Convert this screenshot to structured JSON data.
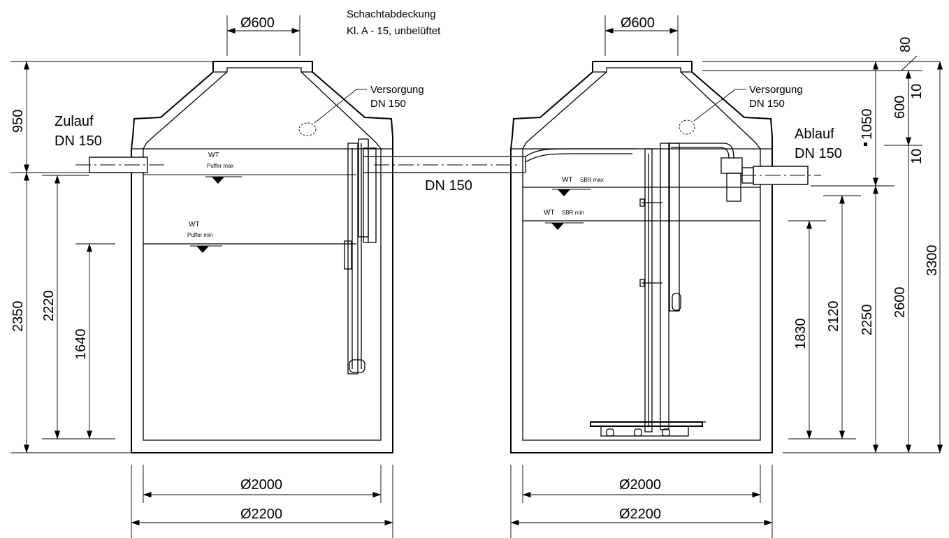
{
  "cover": {
    "line1": "Schachtabdeckung",
    "line2": "Kl. A - 15, unbelüftet"
  },
  "left_tank": {
    "opening": "Ø600",
    "inlet_label": "Zulauf",
    "inlet_dn": "DN 150",
    "supply_label": "Versorgung",
    "supply_dn": "DN 150",
    "wt_max": "WT",
    "wt_max_sub": "Puffer max",
    "wt_min": "WT",
    "wt_min_sub": "Puffer min",
    "dim_950": "950",
    "dim_2350": "2350",
    "dim_2220": "2220",
    "dim_1640": "1640",
    "dia_inner": "Ø2000",
    "dia_outer": "Ø2200"
  },
  "connecting_pipe": "DN 150",
  "right_tank": {
    "opening": "Ø600",
    "outlet_label": "Ablauf",
    "outlet_dn": "DN 150",
    "supply_label": "Versorgung",
    "supply_dn": "DN 150",
    "wt_max": "WT",
    "wt_max_sub": "SBR max",
    "wt_min": "WT",
    "wt_min_sub": "SBR min",
    "dim_1830": "1830",
    "dim_2120": "2120",
    "dim_2250": "2250",
    "dim_1050": "1050",
    "dim_2600": "2600",
    "dim_3300": "3300",
    "dim_80": "80",
    "dim_10a": "10",
    "dim_600": "600",
    "dim_10b": "10",
    "dia_inner": "Ø2000",
    "dia_outer": "Ø2200"
  }
}
